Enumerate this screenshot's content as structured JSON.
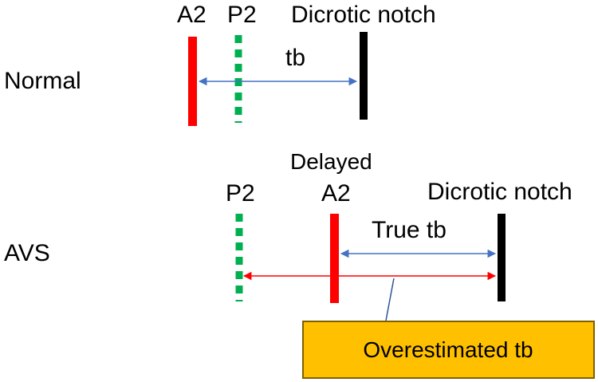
{
  "normal": {
    "row_label": "Normal",
    "a2_label": "A2",
    "p2_label": "P2",
    "notch_label": "Dicrotic notch",
    "interval_label": "tb"
  },
  "avs": {
    "row_label": "AVS",
    "p2_label": "P2",
    "a2_label_line1": "Delayed",
    "a2_label_line2": "A2",
    "notch_label": "Dicrotic notch",
    "true_interval_label": "True tb",
    "overestimated_label": "Overestimated tb"
  },
  "colors": {
    "a2_marker": "#ff0000",
    "p2_marker": "#00b050",
    "notch_marker": "#000000",
    "true_interval_arrow": "#4472c4",
    "overestimated_arrow": "#ff0000",
    "callout_fill": "#ffc000",
    "callout_border": "#7f6000",
    "callout_leader": "#2f5597"
  }
}
